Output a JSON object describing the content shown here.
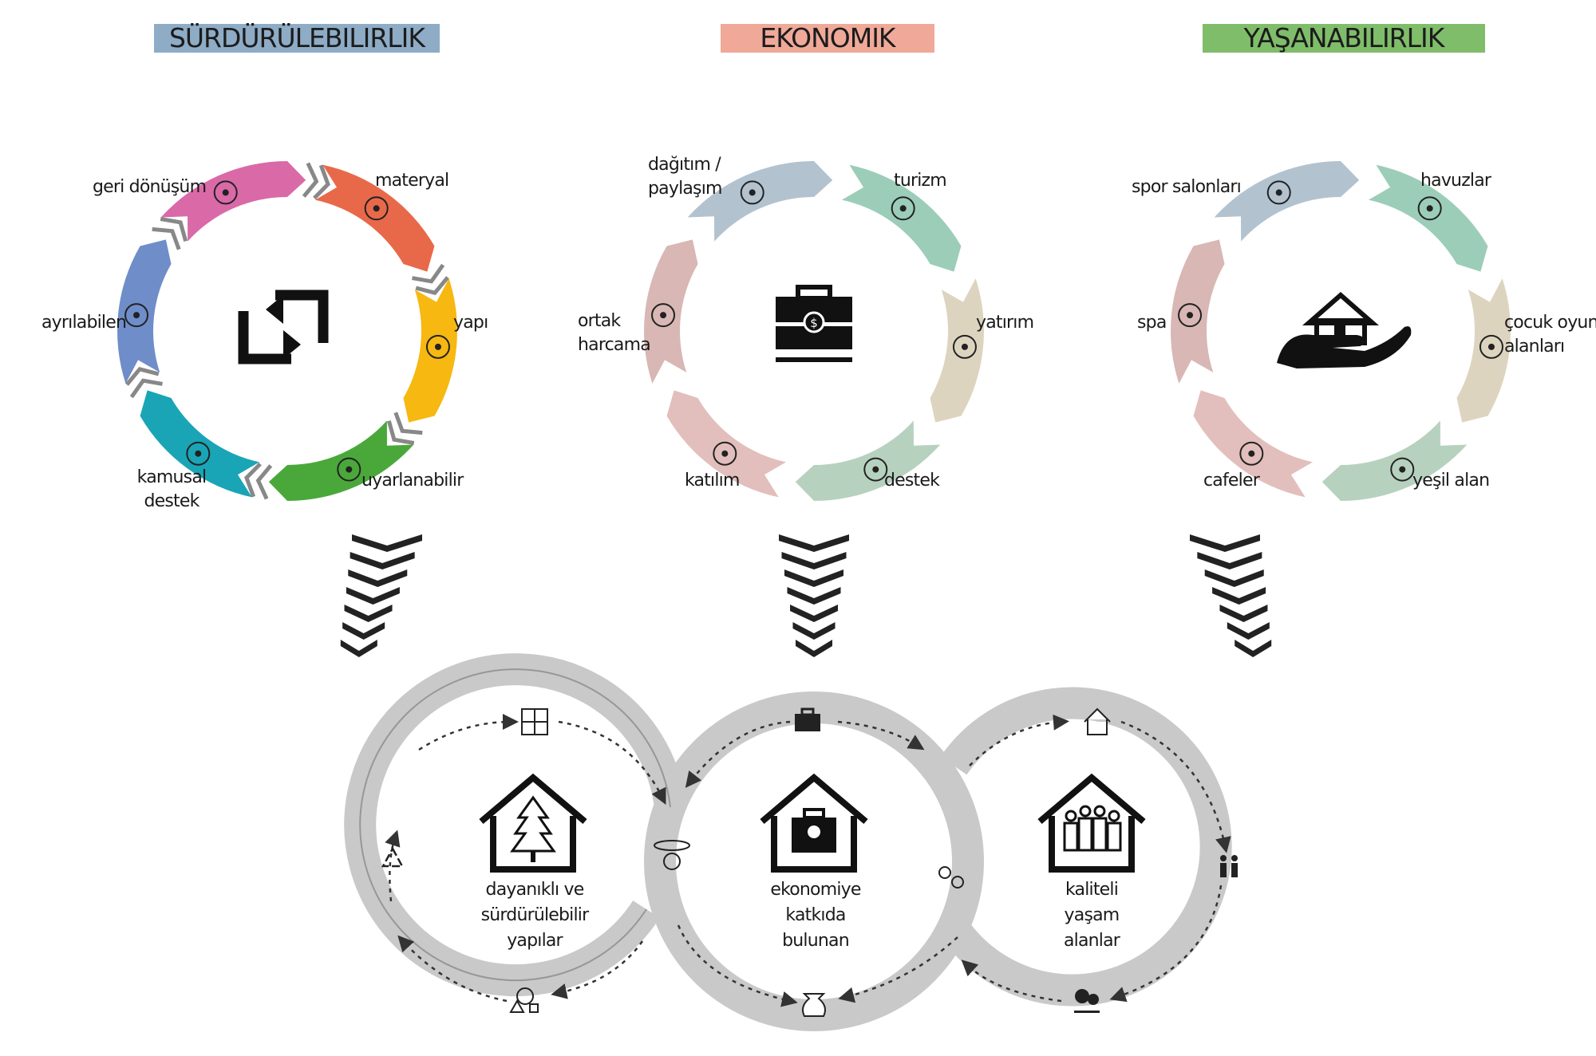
{
  "headers": {
    "surdurulebilirlik": {
      "text": "SÜRDÜRÜLEBILIRLIK",
      "color": "#8eacc6"
    },
    "ekonomik": {
      "text": "EKONOMIK",
      "color": "#f0a999"
    },
    "yasanabilirlik": {
      "text": "YAŞANABILIRLIK",
      "color": "#7fbd6a"
    }
  },
  "cycle1": {
    "items": [
      {
        "label": "materyal",
        "icon": "bottle-icon",
        "color": "#e8694a"
      },
      {
        "label": "yapı",
        "icon": "crane-icon",
        "color": "#f6b811"
      },
      {
        "label": "uyarlanabilir",
        "icon": "adapt-shapes-icon",
        "color": "#4aa83a"
      },
      {
        "label": "kamusal",
        "label2": "destek",
        "icon": "hand-coin-icon",
        "color": "#1aa5b6"
      },
      {
        "label": "ayrılabilen",
        "icon": "puzzle-icon",
        "color": "#6f8dc9"
      },
      {
        "label": "geri dönüşüm",
        "icon": "recycle-icon",
        "color": "#d96aa7"
      }
    ],
    "center_icon": "swap-arrows-icon"
  },
  "cycle2": {
    "items": [
      {
        "label": "turizm",
        "icon": "house-icon",
        "color": "#9ccdb9"
      },
      {
        "label": "yatırım",
        "icon": "money-bag-icon",
        "color": "#ddd4c0"
      },
      {
        "label": "destek",
        "icon": "heart-hand-icon",
        "color": "#b7d1bf"
      },
      {
        "label": "katılım",
        "icon": "people-icon",
        "color": "#e2bfbc"
      },
      {
        "label": "ortak",
        "label2": "harcama",
        "icon": "money-bag-icon",
        "color": "#d8b7b4"
      },
      {
        "label": "dağıtım /",
        "label2": "paylaşım",
        "icon": "hands-icon",
        "color": "#b3c2cf"
      }
    ],
    "center_icon": "briefcase-icon"
  },
  "cycle3": {
    "items": [
      {
        "label": "havuzlar",
        "icon": "swimmer-icon",
        "color": "#9ccdb9"
      },
      {
        "label": "çocuk oyun",
        "label2": "alanları",
        "icon": "swings-icon",
        "color": "#ddd4c0"
      },
      {
        "label": "yeşil alan",
        "icon": "trees-icon",
        "color": "#b7d1bf"
      },
      {
        "label": "cafeler",
        "icon": "cutlery-icon",
        "color": "#e2bfbc"
      },
      {
        "label": "spa",
        "icon": "spa-stones-icon",
        "color": "#d8b7b4"
      },
      {
        "label": "spor salonları",
        "icon": "gym-icon",
        "color": "#b3c2cf"
      }
    ],
    "center_icon": "house-hand-icon"
  },
  "bottom": {
    "left": {
      "line1": "dayanıklı ve",
      "line2": "sürdürülebilir",
      "line3": "yapılar",
      "icon": "house-tree-icon"
    },
    "middle": {
      "line1": "ekonomiye",
      "line2": "katkıda",
      "line3": "bulunan",
      "icon": "house-briefcase-icon"
    },
    "right": {
      "line1": "kaliteli",
      "line2": "yaşam",
      "line3": "alanlar",
      "icon": "house-people-icon"
    }
  }
}
